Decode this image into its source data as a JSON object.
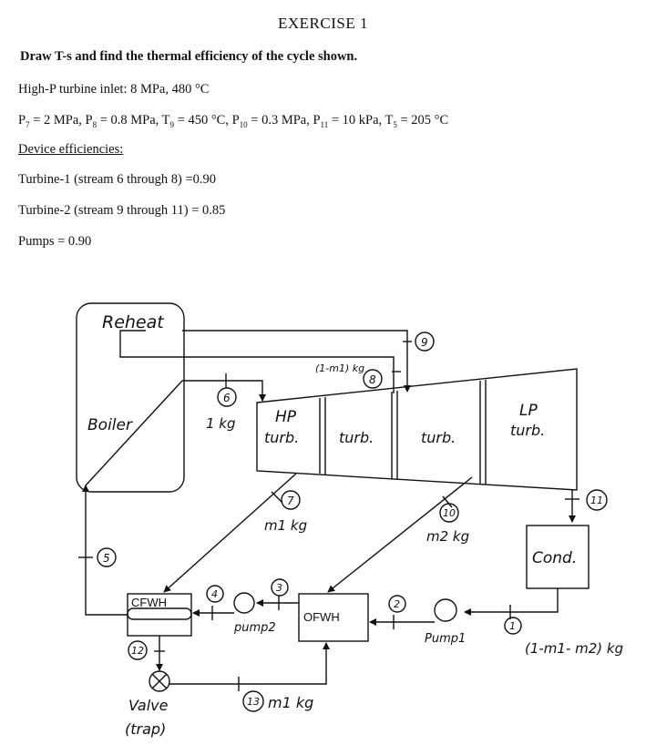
{
  "title": "EXERCISE 1",
  "heading": "Draw T-s and find the thermal efficiency of the cycle shown.",
  "hp_inlet": "High-P turbine inlet: 8 MPa, 480 °C",
  "pressures": {
    "p7": "P",
    "p7_sub": "7",
    "p7_val": " = 2 MPa, ",
    "p8": "P",
    "p8_sub": "8",
    "p8_val": " = 0.8 MPa, ",
    "t9": "T",
    "t9_sub": "9",
    "t9_val": " = 450 °C, ",
    "p10": "P",
    "p10_sub": "10",
    "p10_val": " = 0.3 MPa, ",
    "p11": "P",
    "p11_sub": "11",
    "p11_val": " = 10 kPa, ",
    "t5": "T",
    "t5_sub": "5",
    "t5_val": " = 205 °C"
  },
  "efficiency_heading": "Device efficiencies:",
  "turbine1": "Turbine-1 (stream 6 through 8) =0.90",
  "turbine2": "Turbine-2 (stream 9 through 11) = 0.85",
  "pumps": "Pumps = 0.90",
  "diagram": {
    "reheat": "Reheat",
    "boiler": "Boiler",
    "hp_turb_1": "HP",
    "hp_turb_2": "turb.",
    "turb_2": "turb.",
    "turb_3": "turb.",
    "lp_turb_1": "LP",
    "lp_turb_2": "turb.",
    "cond": "Cond.",
    "cfwh": "CFWH",
    "ofwh": "OFWH",
    "pump1": "Pump1",
    "pump2": "pump2",
    "valve_1": "Valve",
    "valve_2": "(trap)",
    "s1": "1",
    "s2": "2",
    "s3": "3",
    "s4": "4",
    "s5": "5",
    "s6": "6",
    "s7": "7",
    "s8": "8",
    "s9": "9",
    "s10": "10",
    "s11": "11",
    "s12": "12",
    "s13": "13",
    "flow_6": "1 kg",
    "flow_8": "(1-m1) kg",
    "flow_7": "m1 kg",
    "flow_10": "m2 kg",
    "flow_1": "(1-m1- m2) kg",
    "flow_13": "m1 kg"
  }
}
